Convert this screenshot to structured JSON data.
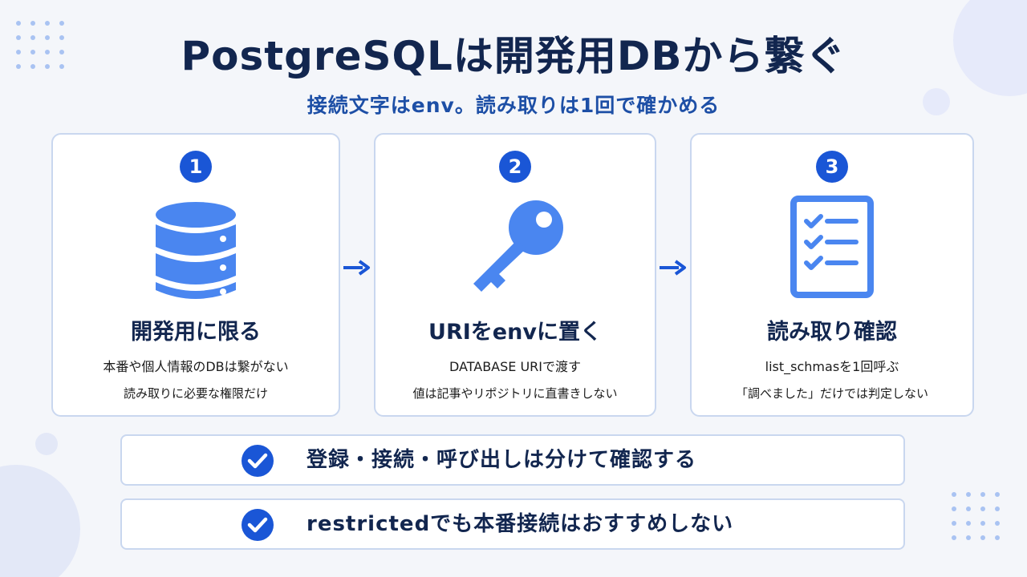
{
  "title": "PostgreSQLは開発用DBから繋ぐ",
  "subtitle": "接続文字はenv。読み取りは1回で確かめる",
  "colors": {
    "accent": "#1a56d6",
    "icon_blue": "#4a86f0",
    "border": "#c9d7ef",
    "heading": "#12264f"
  },
  "steps": [
    {
      "number": "1",
      "icon": "database-icon",
      "title": "開発用に限る",
      "line1": "本番や個人情報のDBは繋がない",
      "line2": "読み取りに必要な権限だけ"
    },
    {
      "number": "2",
      "icon": "key-icon",
      "title": "URIをenvに置く",
      "line1": "DATABASE URIで渡す",
      "line2": "値は記事やリポジトリに直書きしない"
    },
    {
      "number": "3",
      "icon": "checklist-icon",
      "title": "読み取り確認",
      "line1": "list_schmasを1回呼ぶ",
      "line2": "「調べました」だけでは判定しない"
    }
  ],
  "checks": [
    {
      "icon": "check-circle-icon",
      "text": "登録・接続・呼び出しは分けて確認する"
    },
    {
      "icon": "check-circle-icon",
      "text": "restrictedでも本番接続はおすすめしない"
    }
  ]
}
